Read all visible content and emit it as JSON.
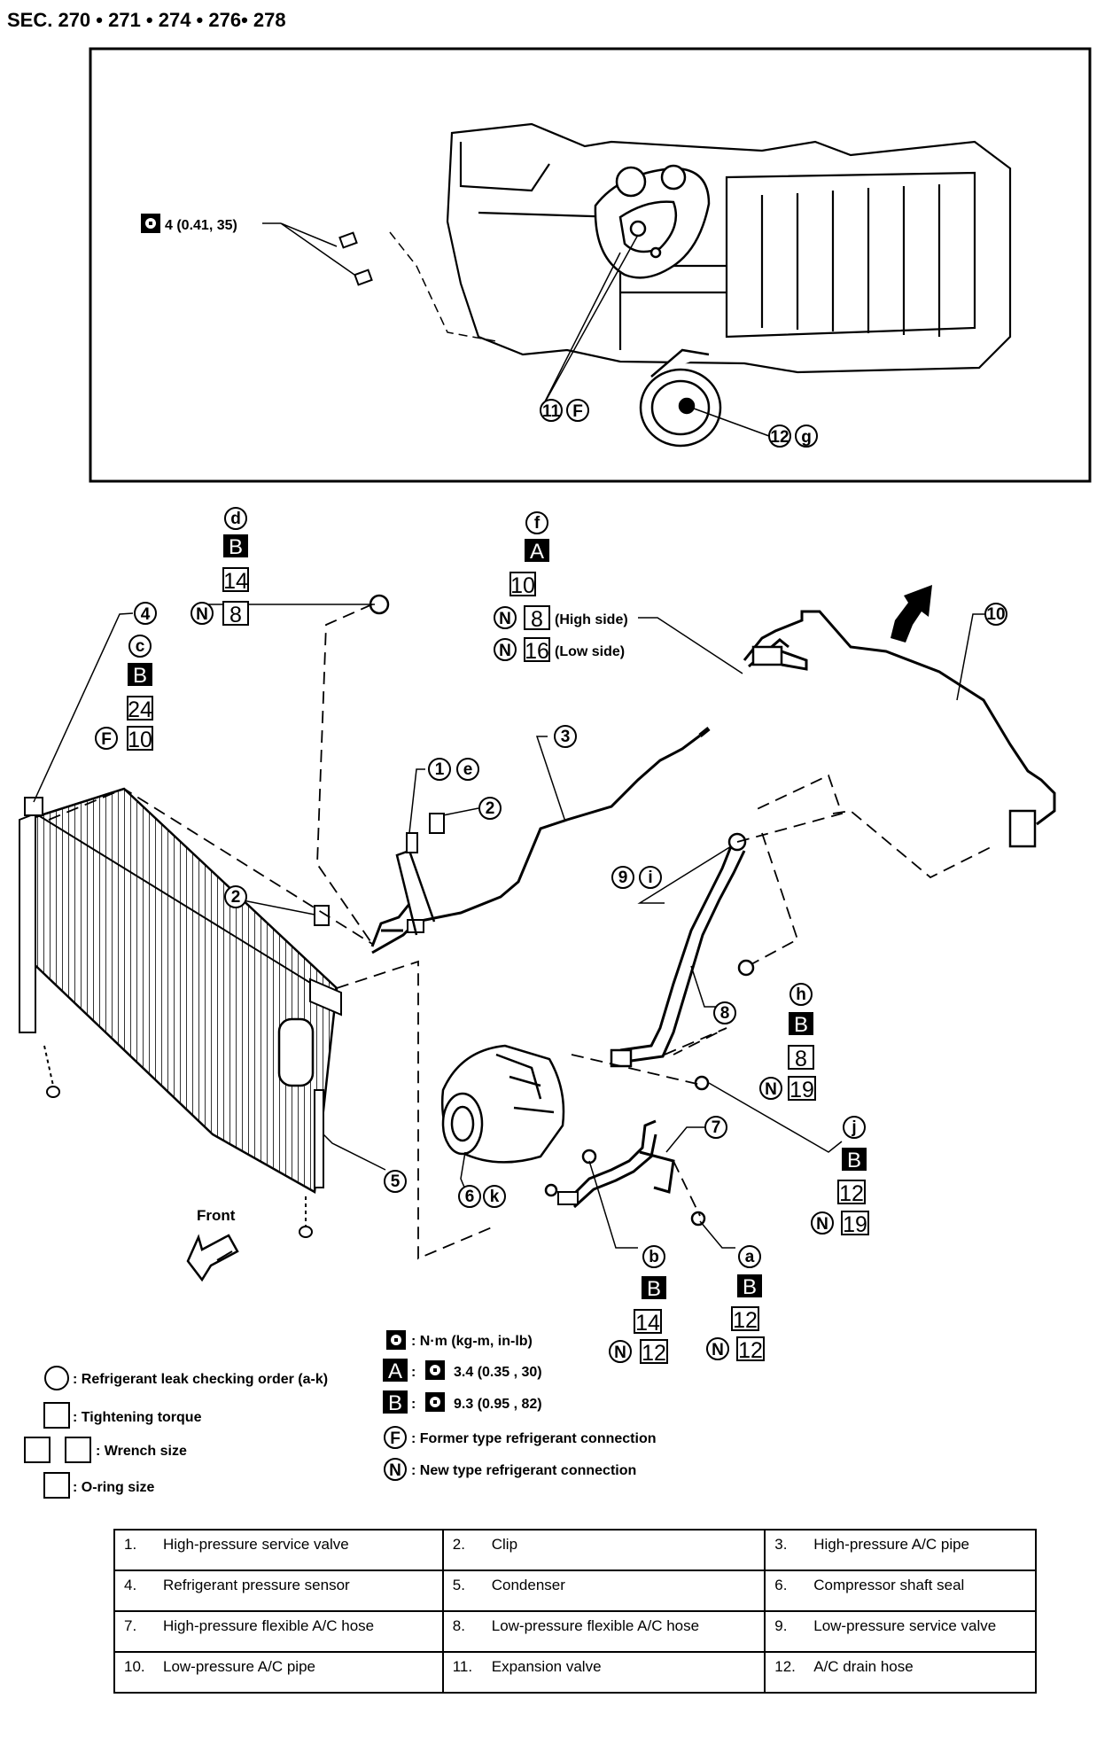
{
  "section_title": "SEC. 270 • 271 • 274 • 276• 278",
  "callouts": {
    "evap_torque": "4 (0.41, 35)",
    "c11": "11",
    "c11_type": "F",
    "c12": "12",
    "c12_type": "g",
    "d_letter": "d",
    "d_tool": "B",
    "d_wrench": "14",
    "d_oring_type": "N",
    "d_oring": "8",
    "c4": "4",
    "c_letter": "c",
    "c_tool": "B",
    "c_wrench": "24",
    "c_oring_type": "F",
    "c_oring": "10",
    "f_letter": "f",
    "f_tool": "A",
    "f_wrench": "10",
    "f_high_type": "N",
    "f_high": "8",
    "f_high_note": "(High side)",
    "f_low_type": "N",
    "f_low": "16",
    "f_low_note": "(Low side)",
    "c10": "10",
    "c3": "3",
    "c1": "1",
    "e_letter": "e",
    "c2a": "2",
    "c2b": "2",
    "c9": "9",
    "i_letter": "i",
    "c8": "8",
    "h_letter": "h",
    "h_tool": "B",
    "h_wrench": "8",
    "h_oring_type": "N",
    "h_oring": "19",
    "j_letter": "j",
    "j_tool": "B",
    "j_wrench": "12",
    "j_oring_type": "N",
    "j_oring": "19",
    "c7": "7",
    "c5": "5",
    "c6": "6",
    "k_letter": "k",
    "b_letter": "b",
    "b_tool": "B",
    "b_wrench": "14",
    "b_oring_type": "N",
    "b_oring": "12",
    "a_letter": "a",
    "a_tool": "B",
    "a_wrench": "12",
    "a_oring_type": "N",
    "a_oring": "12",
    "front_label": "Front"
  },
  "legend": {
    "units": ": N·m (kg-m, in-lb)",
    "a_tool": "A",
    "a_value": "3.4 (0.35 , 30)",
    "b_tool": "B",
    "b_value": "9.3 (0.95 , 82)",
    "former_symbol": "F",
    "former": ": Former type refrigerant connection",
    "new_symbol": "N",
    "new": ": New type refrigerant connection",
    "leak_order": ": Refrigerant leak checking order (a-k)",
    "tightening": ": Tightening torque",
    "wrench": ": Wrench size",
    "oring": ": O-ring size"
  },
  "parts_table": [
    [
      {
        "n": "1.",
        "label": "High-pressure service valve"
      },
      {
        "n": "2.",
        "label": "Clip"
      },
      {
        "n": "3.",
        "label": "High-pressure A/C pipe"
      }
    ],
    [
      {
        "n": "4.",
        "label": "Refrigerant pressure sensor"
      },
      {
        "n": "5.",
        "label": "Condenser"
      },
      {
        "n": "6.",
        "label": "Compressor shaft seal"
      }
    ],
    [
      {
        "n": "7.",
        "label": "High-pressure flexible A/C hose"
      },
      {
        "n": "8.",
        "label": "Low-pressure flexible A/C hose"
      },
      {
        "n": "9.",
        "label": "Low-pressure service valve"
      }
    ],
    [
      {
        "n": "10.",
        "label": "Low-pressure A/C pipe"
      },
      {
        "n": "11.",
        "label": "Expansion valve"
      },
      {
        "n": "12.",
        "label": "A/C drain hose"
      }
    ]
  ]
}
